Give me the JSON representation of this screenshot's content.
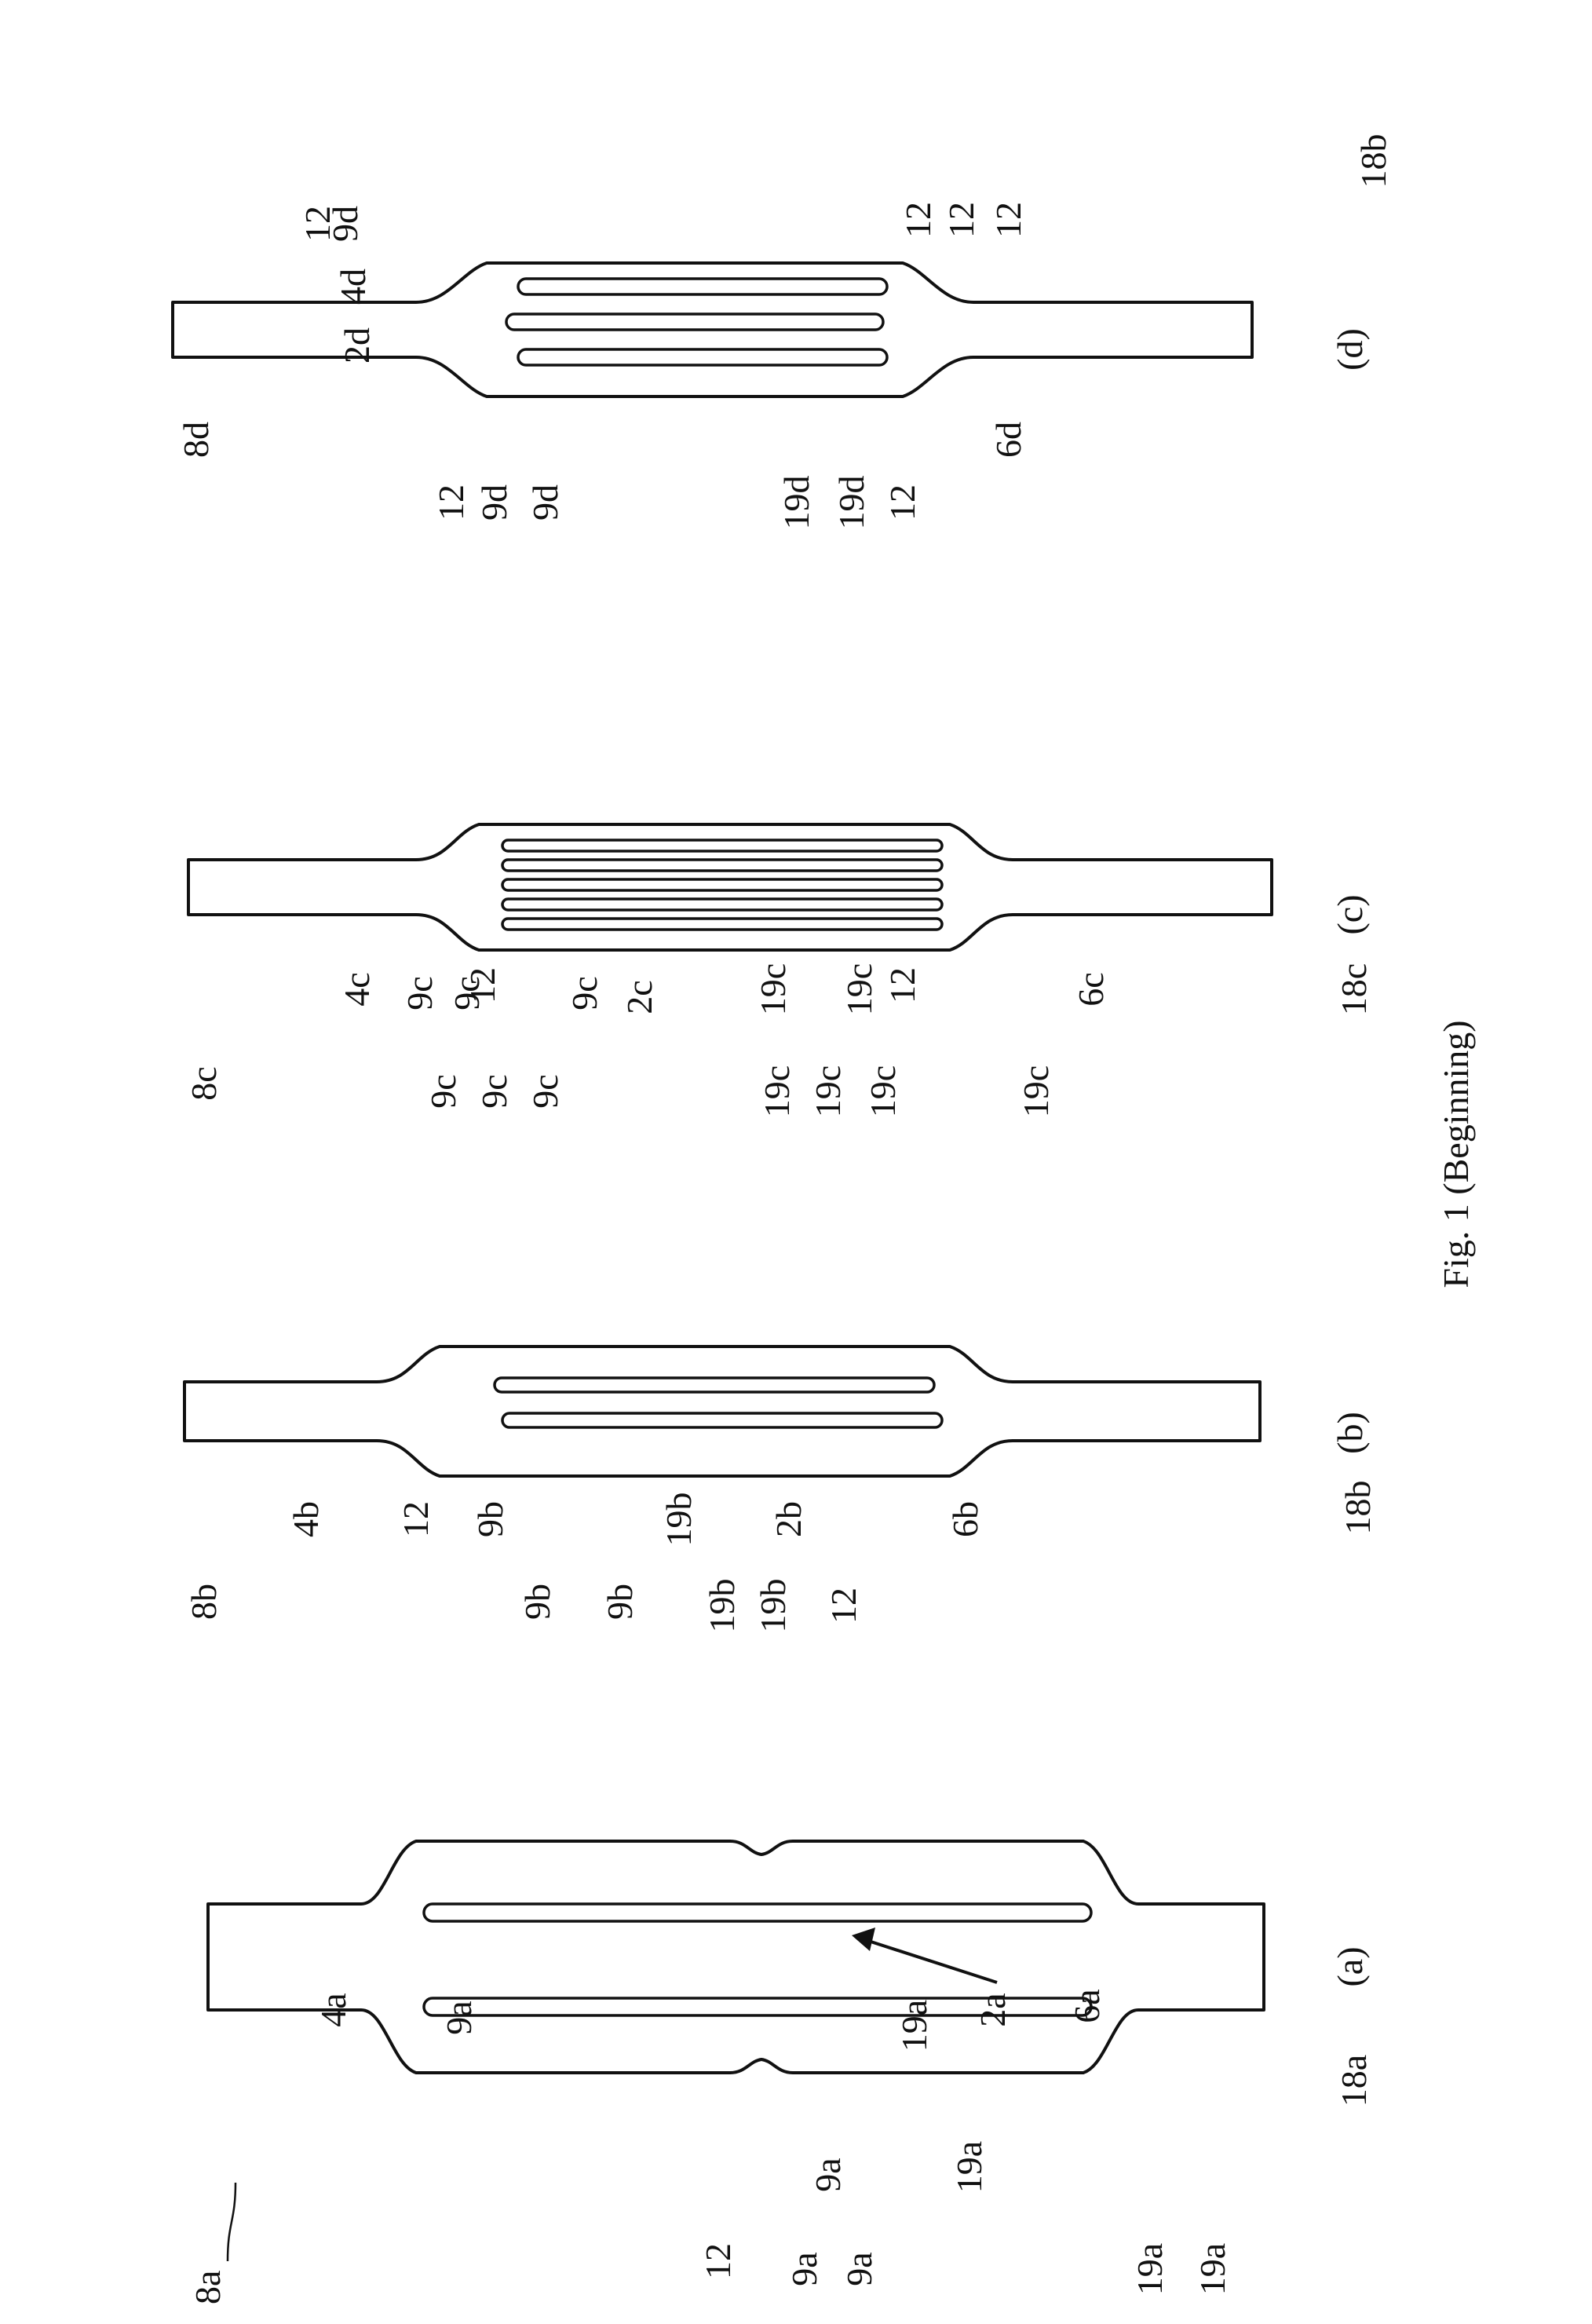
{
  "caption": "Fig. 1 (Beginning)",
  "panels": {
    "a": {
      "label": "(a)",
      "ref_assembly": "2a",
      "ref_top_end": "8a",
      "ref_top_region": "4a",
      "ref_bottom_region": "6a",
      "ref_bottom_end": "18a",
      "refs_upper_legs": [
        "9a",
        "9a",
        "9a",
        "9a"
      ],
      "refs_lower_legs": [
        "19a",
        "19a",
        "19a",
        "19a"
      ],
      "ref_joint": "12"
    },
    "b": {
      "label": "(b)",
      "ref_assembly": "2b",
      "ref_top_end": "8b",
      "ref_top_region": "4b",
      "ref_bottom_region": "6b",
      "ref_bottom_end": "18b",
      "refs_upper_legs": [
        "9b",
        "9b",
        "9b"
      ],
      "refs_lower_legs": [
        "19b",
        "19b",
        "19b"
      ],
      "ref_joint_upper": "12",
      "ref_joint_lower": "12"
    },
    "c": {
      "label": "(c)",
      "ref_assembly": "2c",
      "ref_top_end": "8c",
      "ref_top_region": "4c",
      "ref_bottom_region": "6c",
      "ref_bottom_end": "18c",
      "refs_upper_legs": [
        "9c",
        "9c",
        "9c",
        "9c",
        "9c",
        "9c"
      ],
      "refs_lower_legs": [
        "19c",
        "19c",
        "19c",
        "19c",
        "19c",
        "19c"
      ],
      "ref_joint_upper": "12",
      "ref_joint_lower": "12"
    },
    "d": {
      "label": "(d)",
      "ref_assembly": "2d",
      "ref_top_end": "8d",
      "ref_top_region": "4d",
      "ref_bottom_region": "6d",
      "ref_bottom_end": "18b",
      "refs_upper_legs": [
        "9d",
        "9d",
        "9d"
      ],
      "refs_lower_legs": [
        "19d",
        "19d"
      ],
      "refs_joint": [
        "12",
        "12",
        "12",
        "12",
        "12",
        "12"
      ]
    }
  }
}
